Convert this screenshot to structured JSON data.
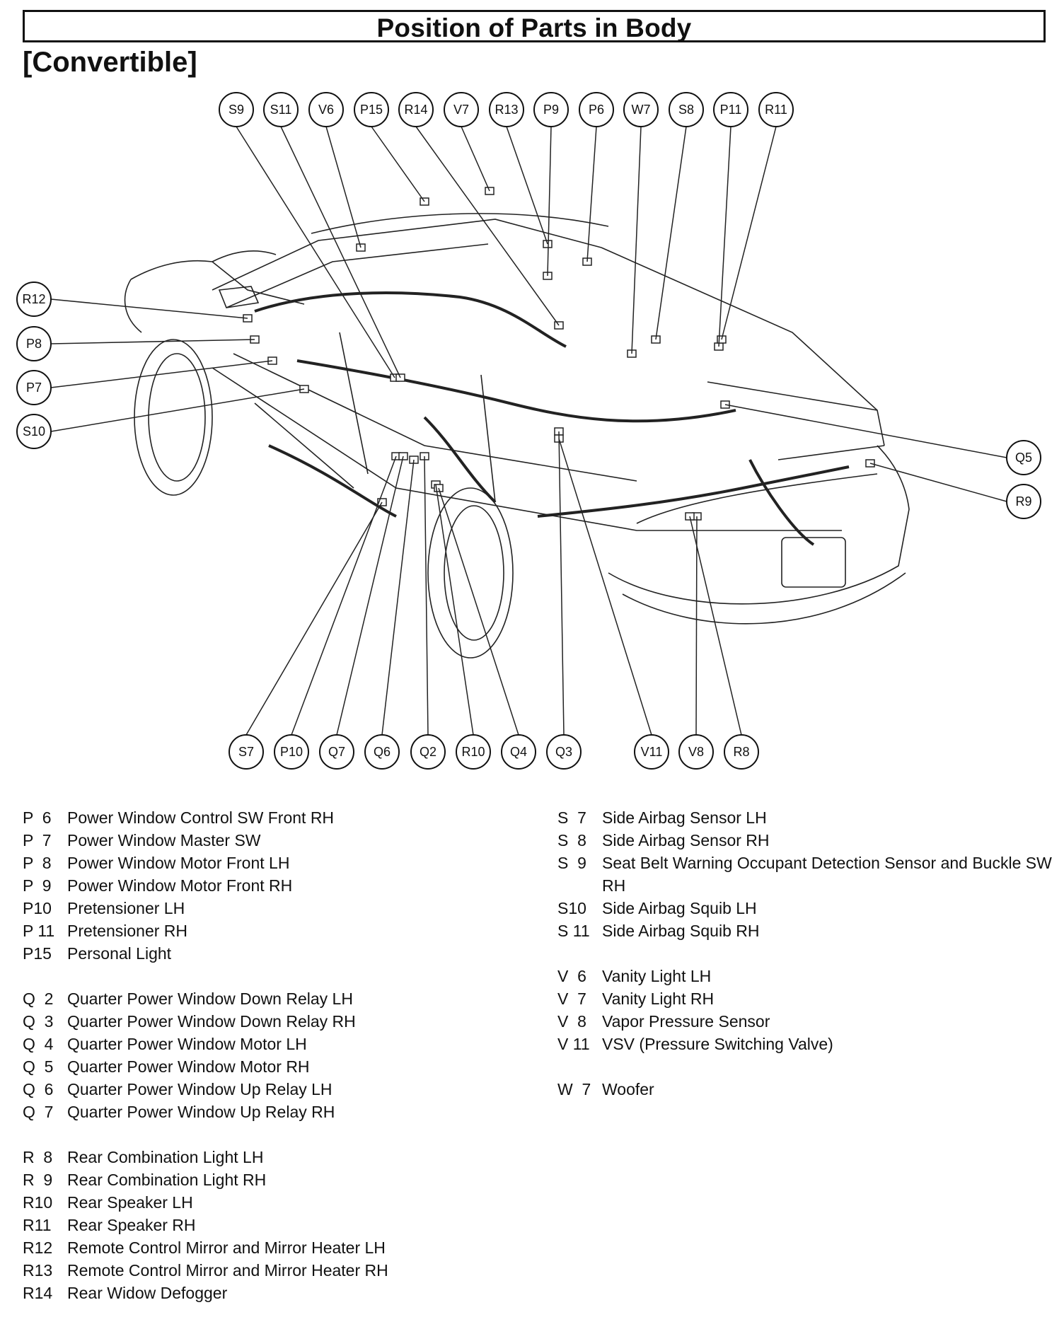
{
  "title": "Position of Parts in Body",
  "subtitle": "[Convertible]",
  "callouts": {
    "top": [
      "S9",
      "S11",
      "V6",
      "P15",
      "R14",
      "V7",
      "R13",
      "P9",
      "P6",
      "W7",
      "S8",
      "P11",
      "R11"
    ],
    "left": [
      "R12",
      "P8",
      "P7",
      "S10"
    ],
    "right": [
      "Q5",
      "R9"
    ],
    "bottom": [
      "S7",
      "P10",
      "Q7",
      "Q6",
      "Q2",
      "R10",
      "Q4",
      "Q3",
      "V11",
      "V8",
      "R8"
    ]
  },
  "legend": {
    "left_groups": [
      [
        {
          "code": "P  6",
          "desc": "Power Window Control SW Front RH"
        },
        {
          "code": "P  7",
          "desc": "Power Window Master SW"
        },
        {
          "code": "P  8",
          "desc": "Power Window Motor Front LH"
        },
        {
          "code": "P  9",
          "desc": "Power Window Motor Front RH"
        },
        {
          "code": "P10",
          "desc": "Pretensioner LH"
        },
        {
          "code": "P 11",
          "desc": "Pretensioner RH"
        },
        {
          "code": "P15",
          "desc": "Personal Light"
        }
      ],
      [
        {
          "code": "Q  2",
          "desc": "Quarter Power Window Down Relay LH"
        },
        {
          "code": "Q  3",
          "desc": "Quarter Power Window Down Relay RH"
        },
        {
          "code": "Q  4",
          "desc": "Quarter Power Window Motor LH"
        },
        {
          "code": "Q  5",
          "desc": "Quarter Power Window Motor RH"
        },
        {
          "code": "Q  6",
          "desc": "Quarter Power Window Up Relay LH"
        },
        {
          "code": "Q  7",
          "desc": "Quarter Power Window Up Relay RH"
        }
      ],
      [
        {
          "code": "R  8",
          "desc": "Rear Combination Light LH"
        },
        {
          "code": "R  9",
          "desc": "Rear Combination Light RH"
        },
        {
          "code": "R10",
          "desc": "Rear Speaker LH"
        },
        {
          "code": "R11",
          "desc": "Rear Speaker RH"
        },
        {
          "code": "R12",
          "desc": "Remote Control Mirror and Mirror Heater LH"
        },
        {
          "code": "R13",
          "desc": "Remote Control Mirror and Mirror Heater RH"
        },
        {
          "code": "R14",
          "desc": "Rear Widow Defogger"
        }
      ]
    ],
    "right_groups": [
      [
        {
          "code": "S  7",
          "desc": "Side Airbag Sensor LH"
        },
        {
          "code": "S  8",
          "desc": "Side Airbag Sensor RH"
        },
        {
          "code": "S  9",
          "desc": "Seat Belt Warning Occupant Detection Sensor and Buckle SW RH"
        },
        {
          "code": "S10",
          "desc": "Side Airbag Squib LH"
        },
        {
          "code": "S 11",
          "desc": "Side Airbag Squib RH"
        }
      ],
      [
        {
          "code": "V  6",
          "desc": "Vanity Light LH"
        },
        {
          "code": "V  7",
          "desc": "Vanity Light RH"
        },
        {
          "code": "V  8",
          "desc": "Vapor Pressure Sensor"
        },
        {
          "code": "V 11",
          "desc": "VSV (Pressure Switching Valve)"
        }
      ],
      [
        {
          "code": "W  7",
          "desc": "Woofer"
        }
      ]
    ]
  }
}
